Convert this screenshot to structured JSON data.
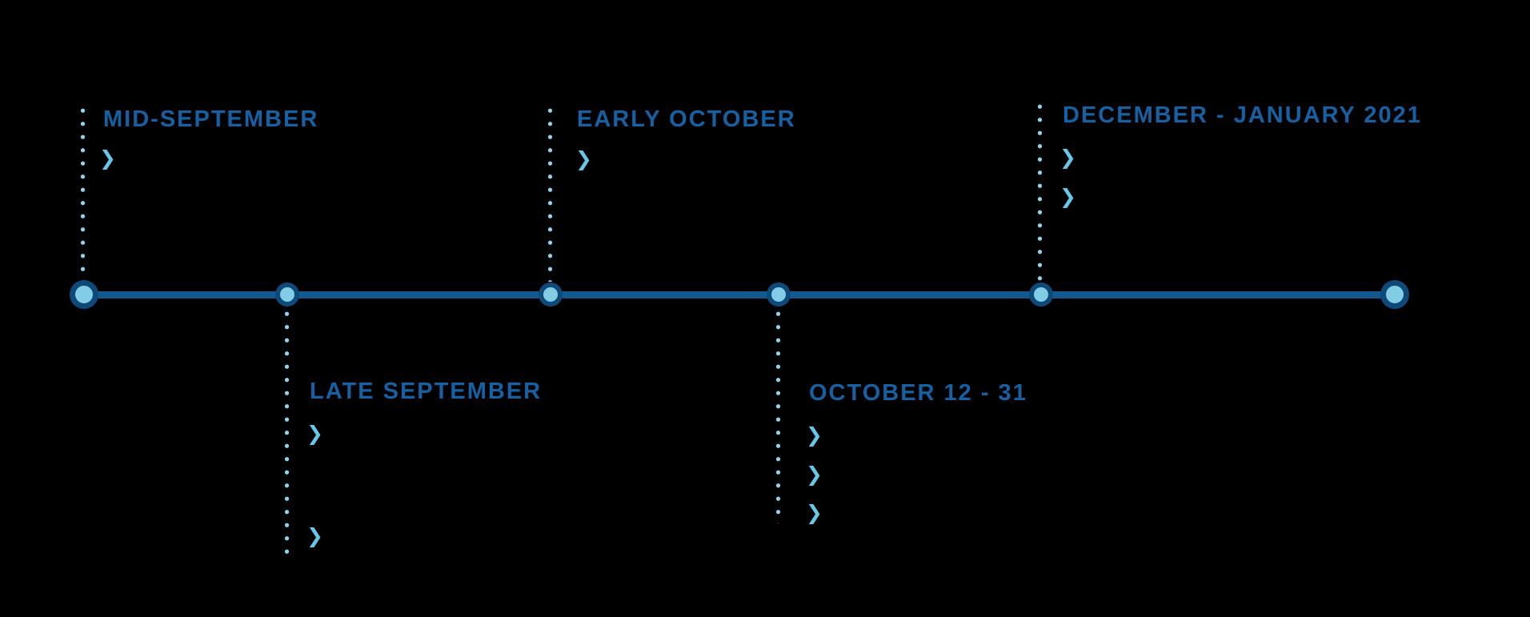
{
  "background_color": "#000000",
  "palette": {
    "heading_blue": "#1561a3",
    "axis_line_blue": "#11598f",
    "node_ring_navy": "#0d4a7a",
    "node_fill_light_blue": "#82cce6",
    "dotted_connector_light_blue": "#8ed4ea",
    "chevron_light_blue": "#66c8e6"
  },
  "icons": {
    "chevron": "❯"
  },
  "timeline": {
    "orientation": "horizontal",
    "node_count": 6,
    "events": [
      {
        "label": "MID-SEPTEMBER",
        "side": "above",
        "bullet_count": 1
      },
      {
        "label": "LATE SEPTEMBER",
        "side": "below",
        "bullet_count": 2
      },
      {
        "label": "EARLY OCTOBER",
        "side": "above",
        "bullet_count": 1
      },
      {
        "label": "OCTOBER 12 - 31",
        "side": "below",
        "bullet_count": 3
      },
      {
        "label": "DECEMBER - JANUARY 2021",
        "side": "above",
        "bullet_count": 2
      },
      {
        "label": "",
        "side": "none",
        "bullet_count": 0
      }
    ]
  }
}
